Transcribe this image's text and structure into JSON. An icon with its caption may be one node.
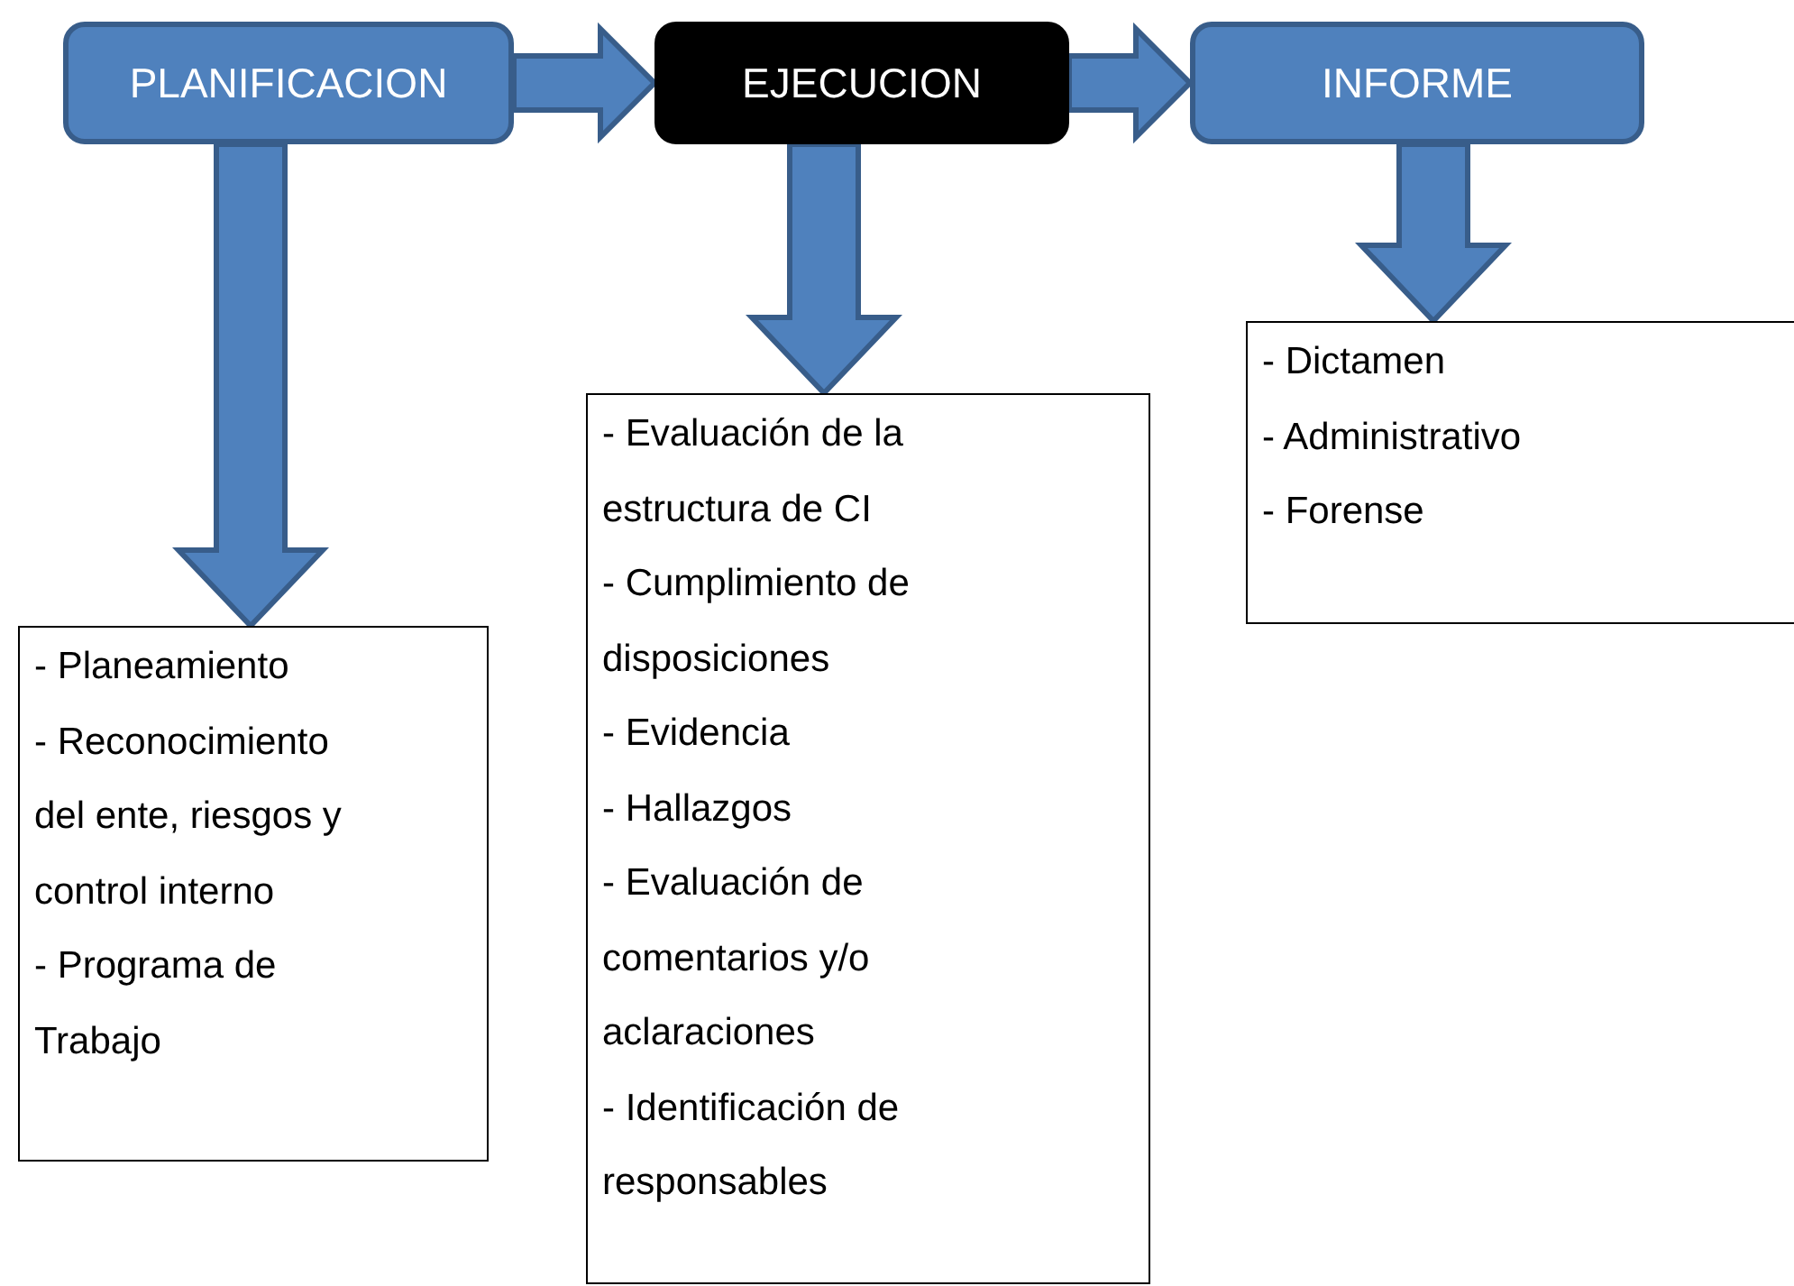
{
  "diagram": {
    "nodes": [
      {
        "text": [
          "PLANIFICACION"
        ]
      },
      {
        "text": [
          "EJECUCION"
        ]
      },
      {
        "text": [
          "INFORME"
        ]
      },
      {
        "text": [
          "- Planeamiento",
          "- Reconocimiento del ente, riesgos y control interno",
          "- Programa de Trabajo"
        ]
      },
      {
        "text": [
          "- Evaluación de la estructura de CI",
          "- Cumplimiento de disposiciones",
          "- Evidencia",
          "- Hallazgos",
          "- Evaluación de comentarios y/o aclaraciones",
          "- Identificación de responsables"
        ]
      },
      {
        "text": [
          "- Dictamen",
          "- Administrativo",
          "- Forense"
        ]
      }
    ],
    "edges": [
      {
        "from": 0,
        "to": 1,
        "arrow": "to"
      },
      {
        "from": 1,
        "to": 2,
        "arrow": "to"
      },
      {
        "from": 0,
        "to": 3,
        "arrow": "to"
      },
      {
        "from": 1,
        "to": 4,
        "arrow": "to"
      },
      {
        "from": 2,
        "to": 5,
        "arrow": "to"
      }
    ]
  }
}
